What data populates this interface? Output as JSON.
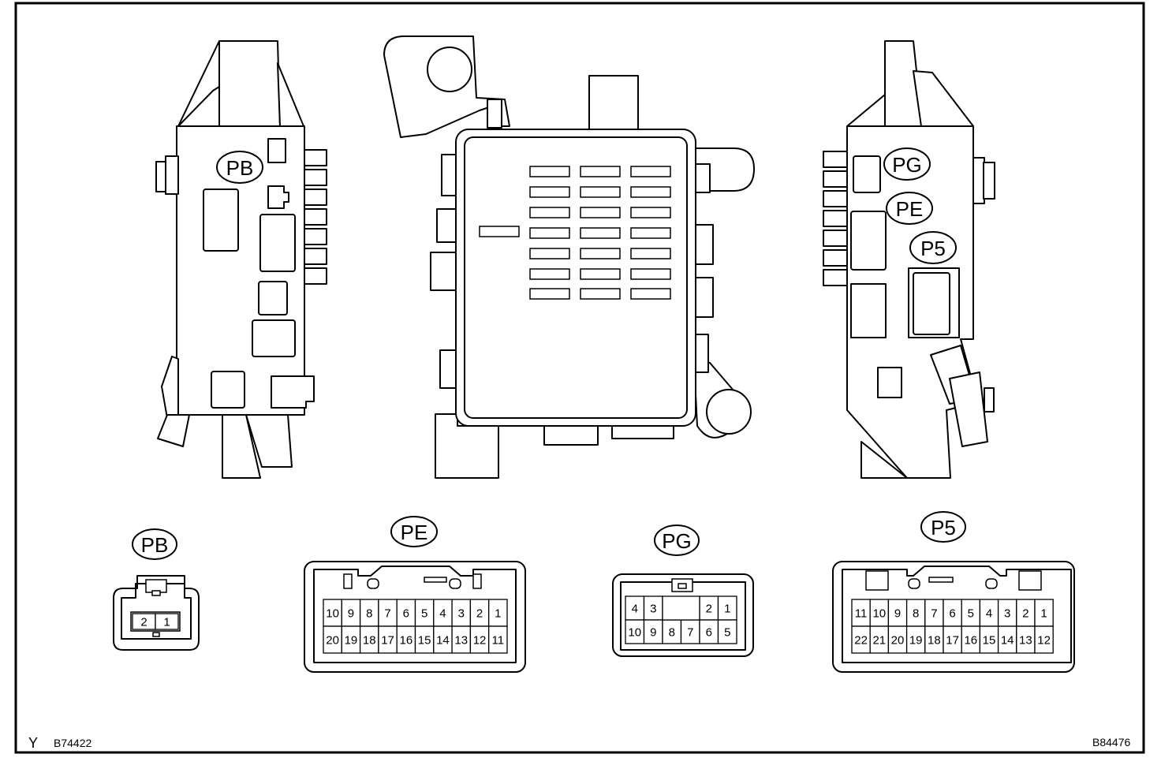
{
  "labels": {
    "pb_top": "PB",
    "pg_top": "PG",
    "pe_top": "PE",
    "p5_top": "P5",
    "pb": "PB",
    "pe": "PE",
    "pg": "PG",
    "p5": "P5"
  },
  "connectors": {
    "pb": {
      "rows": [
        [
          "2",
          "1"
        ]
      ]
    },
    "pe": {
      "rows": [
        [
          "10",
          "9",
          "8",
          "7",
          "6",
          "5",
          "4",
          "3",
          "2",
          "1"
        ],
        [
          "20",
          "19",
          "18",
          "17",
          "16",
          "15",
          "14",
          "13",
          "12",
          "11"
        ]
      ]
    },
    "pg": {
      "rows": [
        [
          "4",
          "3",
          "",
          "",
          "2",
          "1"
        ],
        [
          "10",
          "9",
          "8",
          "7",
          "6",
          "5"
        ]
      ]
    },
    "p5": {
      "rows": [
        [
          "11",
          "10",
          "9",
          "8",
          "7",
          "6",
          "5",
          "4",
          "3",
          "2",
          "1"
        ],
        [
          "22",
          "21",
          "20",
          "19",
          "18",
          "17",
          "16",
          "15",
          "14",
          "13",
          "12"
        ]
      ]
    }
  },
  "footer": {
    "code_letter": "Y",
    "left_ref": "B74422",
    "right_ref": "B84476"
  }
}
